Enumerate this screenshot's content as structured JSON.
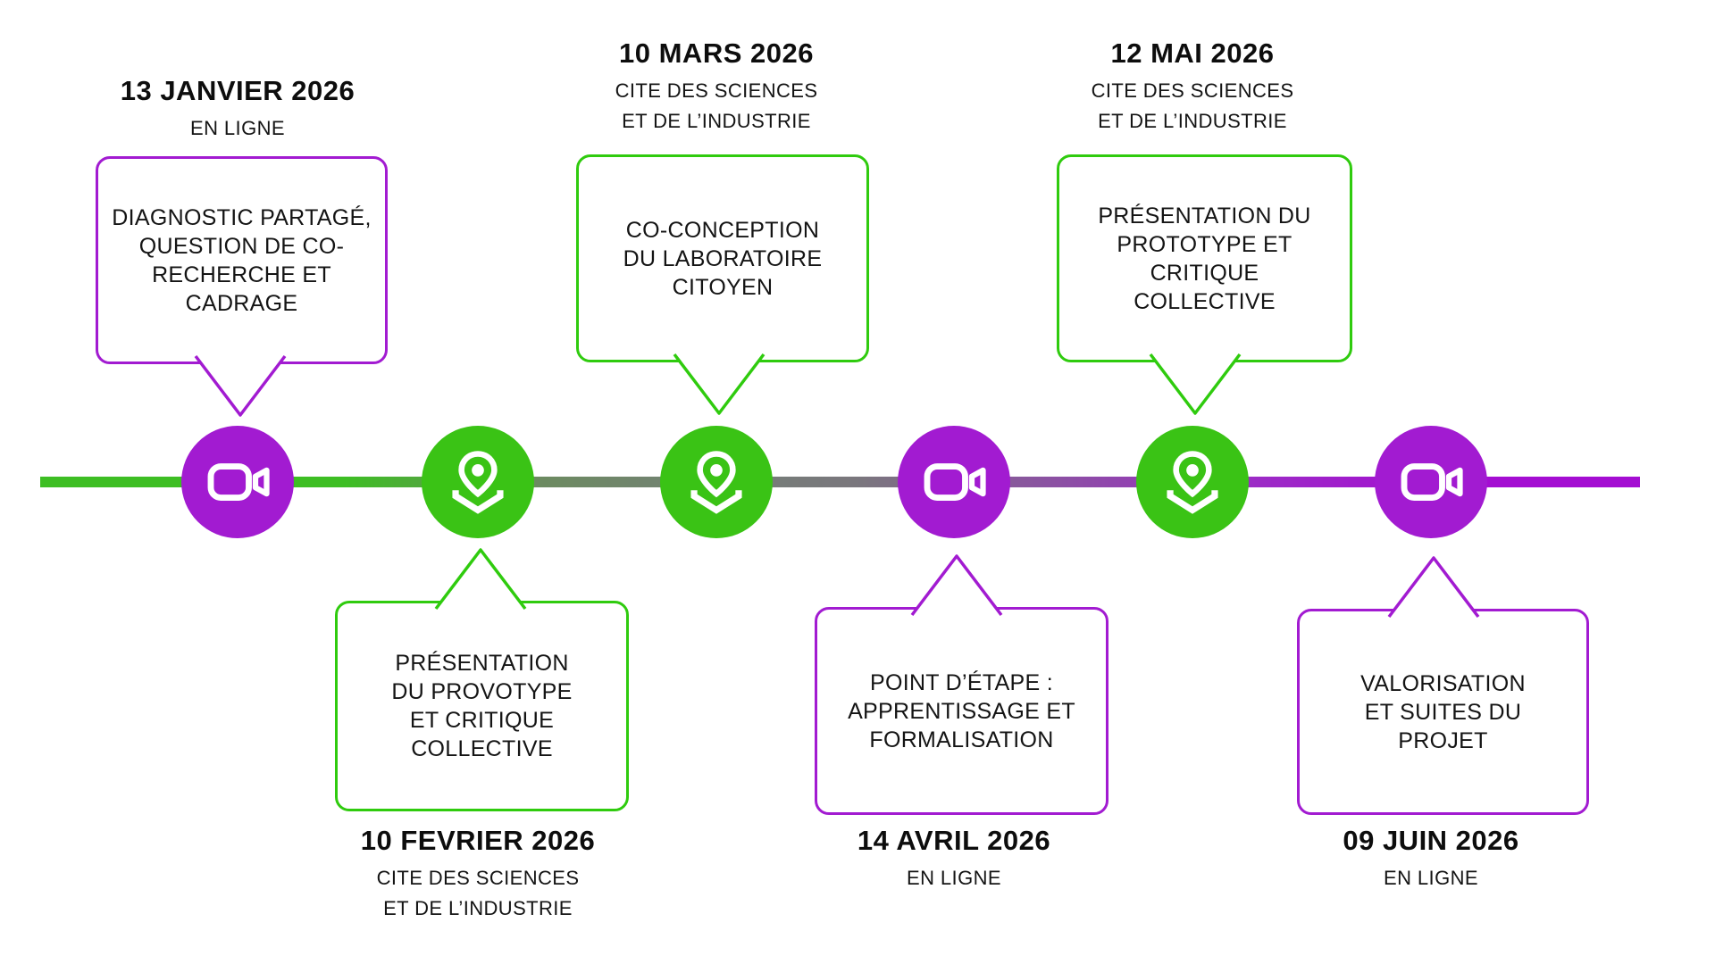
{
  "diagram": {
    "type": "timeline",
    "orientation": "horizontal",
    "channel_legend": {
      "online": "EN LIGNE",
      "onsite": "CITE DES SCIENCES ET DE L’INDUSTRIE"
    }
  },
  "colors": {
    "purple": "#a21bd1",
    "green": "#3ac315",
    "green-border": "#2fcb0e",
    "line-green": "#3dbe23",
    "line-gray": "#7a777d",
    "line-purple": "#a40dd2"
  },
  "events": [
    {
      "date": "13 JANVIER 2026",
      "location": "EN LIGNE",
      "description": "DIAGNOSTIC PARTAGÉ,\nQUESTION DE CO-\nRECHERCHE ET\nCADRAGE",
      "channel": "online",
      "icon": "video-camera-icon",
      "bubble_position": "above-line"
    },
    {
      "date": "10 FEVRIER 2026",
      "location": "CITE DES SCIENCES\nET DE L’INDUSTRIE",
      "description": "PRÉSENTATION\nDU PROVOTYPE\nET CRITIQUE\nCOLLECTIVE",
      "channel": "onsite",
      "icon": "map-pin-icon",
      "bubble_position": "below-line"
    },
    {
      "date": "10 MARS 2026",
      "location": "CITE DES SCIENCES\nET DE L’INDUSTRIE",
      "description": "CO-CONCEPTION\nDU LABORATOIRE\nCITOYEN",
      "channel": "onsite",
      "icon": "map-pin-icon",
      "bubble_position": "above-line"
    },
    {
      "date": "14 AVRIL 2026",
      "location": "EN LIGNE",
      "description": "POINT D’ÉTAPE :\nAPPRENTISSAGE ET\nFORMALISATION",
      "channel": "online",
      "icon": "video-camera-icon",
      "bubble_position": "below-line"
    },
    {
      "date": "12 MAI 2026",
      "location": "CITE DES SCIENCES\nET DE L’INDUSTRIE",
      "description": "PRÉSENTATION DU\nPROTOTYPE ET\nCRITIQUE\nCOLLECTIVE",
      "channel": "onsite",
      "icon": "map-pin-icon",
      "bubble_position": "above-line"
    },
    {
      "date": "09 JUIN 2026",
      "location": "EN LIGNE",
      "description": "VALORISATION\nET SUITES DU\nPROJET",
      "channel": "online",
      "icon": "video-camera-icon",
      "bubble_position": "below-line"
    }
  ]
}
